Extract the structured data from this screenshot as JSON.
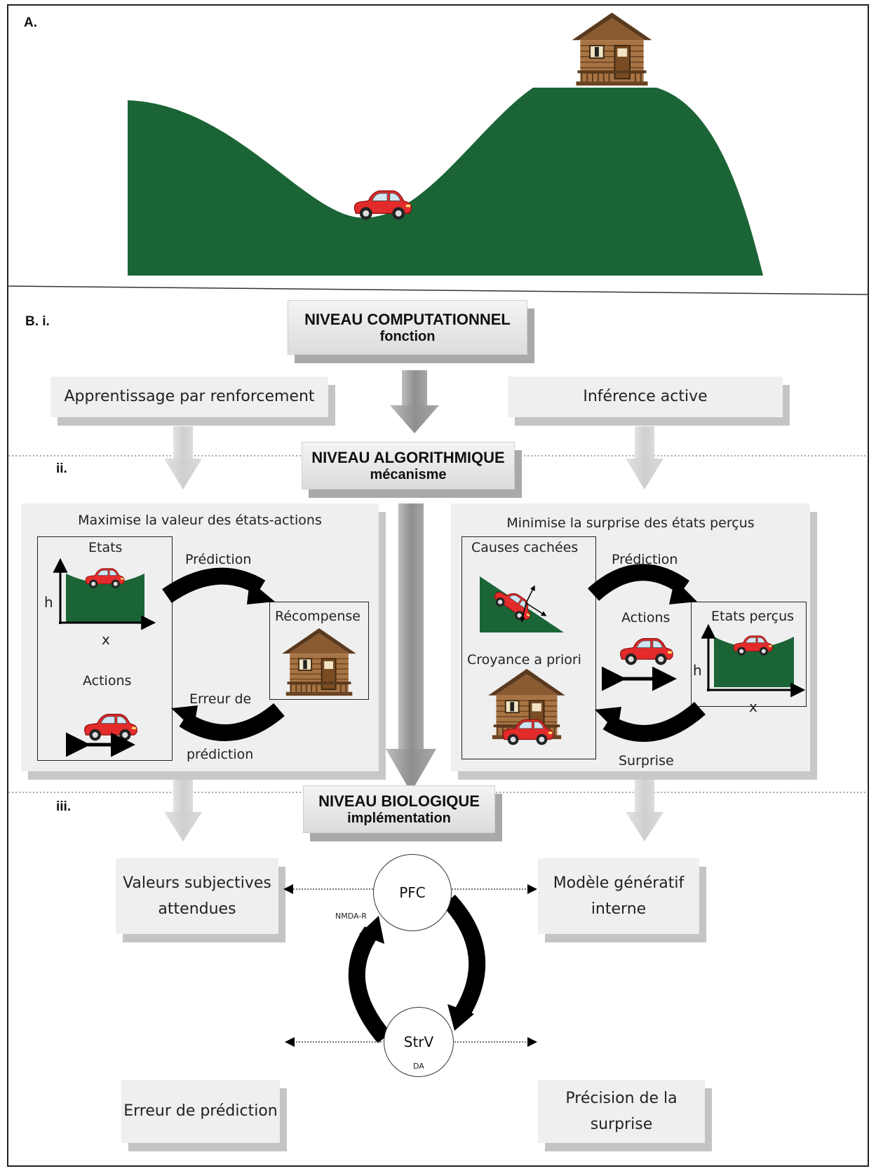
{
  "panel_a": {
    "label": "A."
  },
  "panel_b": {
    "label_i": "B.  i.",
    "label_ii": "ii.",
    "label_iii": "iii.",
    "computational": {
      "title": "NIVEAU COMPUTATIONNEL",
      "subtitle": "fonction"
    },
    "algorithmic": {
      "title": "NIVEAU ALGORITHMIQUE",
      "subtitle": "mécanisme"
    },
    "biological": {
      "title": "NIVEAU BIOLOGIQUE",
      "subtitle": "implémentation"
    },
    "rl_label": "Apprentissage par renforcement",
    "ai_label": "Inférence active",
    "left_panel": {
      "title": "Maximise la valeur des états-actions",
      "states": "Etats",
      "axis_h": "h",
      "axis_x": "x",
      "actions": "Actions",
      "prediction": "Prédiction",
      "reward": "Récompense",
      "error_1": "Erreur de",
      "error_2": "prédiction"
    },
    "right_panel": {
      "title": "Minimise la surprise des états perçus",
      "hidden_causes": "Causes cachées",
      "prior_belief": "Croyance a priori",
      "prediction": "Prédiction",
      "actions": "Actions",
      "perceived_states": "Etats perçus",
      "axis_h": "h",
      "axis_x": "x",
      "surprise": "Surprise"
    },
    "bio": {
      "expected_values_1": "Valeurs subjectives",
      "expected_values_2": "attendues",
      "generative_model_1": "Modèle génératif",
      "generative_model_2": "interne",
      "prediction_error": "Erreur de prédiction",
      "surprise_precision": "Précision de la surprise",
      "pfc": "PFC",
      "strv": "StrV",
      "nmda": "NMDA-R",
      "da": "DA"
    }
  },
  "colors": {
    "hill": "#1b6436",
    "car": "#e32b2b",
    "cabin": "#9a6a3c",
    "arrow": "#000000"
  }
}
